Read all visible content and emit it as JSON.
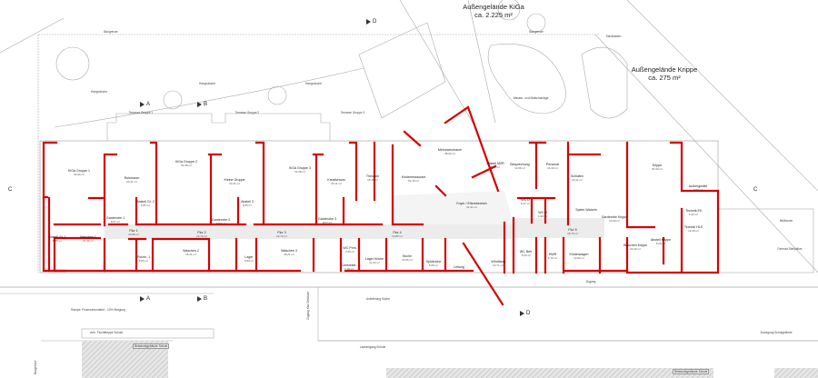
{
  "title_labels": {
    "kiga_outdoor": "Außengelände KiGa",
    "kiga_outdoor_area": "ca. 2.225 m²",
    "krippe_outdoor": "Außengelände Krippe",
    "krippe_outdoor_area": "ca. 275 m²"
  },
  "site_labels": {
    "baugrenze_top": "Baugrenze",
    "baugrenze_top2": "Baugrenze",
    "baugrenze_left": "Baugrenze",
    "wasser": "Wasser- und Matschanlage",
    "sandkasten": "Sandkasten",
    "hangrutsche_1": "Hangrutsche",
    "hangrutsche_2": "Hangrutsche",
    "hangrutsche_3": "Hangrutsche",
    "terrasse_1": "Terrasse Gruppe 1",
    "terrasse_2": "Terrasse Gruppe 2",
    "terrasse_3": "Terrasse Gruppe 3",
    "rampe": "Rampe: Feuerwehrzufahrt - 10% Steigung",
    "bestand_1": "Bestandsgebäude Schule",
    "bestand_2": "Bestandsgebäude Schule",
    "laubengang": "Laubengang Schule",
    "zuwegung": "Zuwegung Schulgelände",
    "zugang": "Zugang",
    "zugang_kita": "Zugang Kita Gebäude",
    "anlieferung": "Anlieferung Küche",
    "muellboxen": "Müllboxen",
    "fahrrad": "Fahrrad-Stellplätze",
    "fluchtweg": "vorh. Fluchttreppe Schule"
  },
  "sections": {
    "a": "A",
    "b": "B",
    "c": "C",
    "d": "D"
  },
  "rooms": [
    {
      "name": "KiGa Gruppe 1",
      "area": "54.90 m²"
    },
    {
      "name": "Ruheraum",
      "area": "20.41 m²"
    },
    {
      "name": "KiGa Gruppe 2",
      "area": "51.68 m²"
    },
    {
      "name": "Kleine Gruppe",
      "area": "20.41 m²"
    },
    {
      "name": "KiGa Gruppe 3",
      "area": "51.68 m²"
    },
    {
      "name": "Kreativraum",
      "area": "20.11 m²"
    },
    {
      "name": "Therapie",
      "area": "18.15 m²"
    },
    {
      "name": "Kinderrestaurant",
      "area": "52.15 m²"
    },
    {
      "name": "Mehrzweckraum",
      "area": "48.00 m²"
    },
    {
      "name": "Abstell MZR",
      "area": "8.61 m²"
    },
    {
      "name": "Besprechung",
      "area": "13.68 m²"
    },
    {
      "name": "Personal",
      "area": "16.49 m²"
    },
    {
      "name": "Schlafen",
      "area": "24.01 m²"
    },
    {
      "name": "Krippe",
      "area": "51.50 m²"
    },
    {
      "name": "Außengeräte",
      "area": "7.00 m²"
    },
    {
      "name": "Technik Elt",
      "area": "5.40 m²"
    },
    {
      "name": "Technik HLS",
      "area": "12.28 m²"
    },
    {
      "name": "Abstell Gr. 1",
      "area": "5.85 m²"
    },
    {
      "name": "Waschen 1",
      "area": "21.30 m²"
    },
    {
      "name": "Garderobe 1",
      "area": "8.57 m²"
    },
    {
      "name": "Abstell Gr. 2",
      "area": "5.85 m²"
    },
    {
      "name": "Flur 1",
      "area": "13.85 m²"
    },
    {
      "name": "Flur 2",
      "area": "23.70 m²"
    },
    {
      "name": "Putzm. 1",
      "area": "5.86 m²"
    },
    {
      "name": "Waschen 2",
      "area": "18.21 m²"
    },
    {
      "name": "Garderobe 2",
      "area": "8.57 m²"
    },
    {
      "name": "Abstell 3",
      "area": "5.85 m²"
    },
    {
      "name": "Lager",
      "area": "5.80 m²"
    },
    {
      "name": "Waschen 3",
      "area": "18.21 m²"
    },
    {
      "name": "Garderobe 3",
      "area": "8.57 m²"
    },
    {
      "name": "Flur 3",
      "area": "22.70 m²"
    },
    {
      "name": "Flur 4",
      "area": "10.85 m²"
    },
    {
      "name": "WC Pers.",
      "area": "2.65 m²"
    },
    {
      "name": "Umkleide",
      "area": "7.18 m²"
    },
    {
      "name": "Lager Küche",
      "area": "11.29 m²"
    },
    {
      "name": "Küche",
      "area": "19.65 m²"
    },
    {
      "name": "Spülküche",
      "area": "5.68 m²"
    },
    {
      "name": "Leitung",
      "area": "13.42 m²"
    },
    {
      "name": "Windfang",
      "area": "12.71 m²"
    },
    {
      "name": "Foyer / Elternbereich",
      "area": "31.31 m²"
    },
    {
      "name": "WC D",
      "area": "8.47 m²"
    },
    {
      "name": "WC H",
      "area": "4.98 m²"
    },
    {
      "name": "WC Beh.",
      "area": "6.20 m²"
    },
    {
      "name": "HWR",
      "area": "6.16 m²"
    },
    {
      "name": "Kinderwagen",
      "area": "13.80 m²"
    },
    {
      "name": "Flur 5",
      "area": "18.70 m²"
    },
    {
      "name": "Garderobe Krippe",
      "area": "10.60 m²"
    },
    {
      "name": "Waschen Krippe",
      "area": "20.40 m²"
    },
    {
      "name": "Abstell Krippe",
      "area": "8.28 m²"
    },
    {
      "name": "Spiele Wickeln",
      "area": ""
    }
  ],
  "colors": {
    "wall": "#d40000",
    "corridor": "#ececec",
    "line": "#9a9a9a",
    "hatch": "#cfcfcf"
  }
}
